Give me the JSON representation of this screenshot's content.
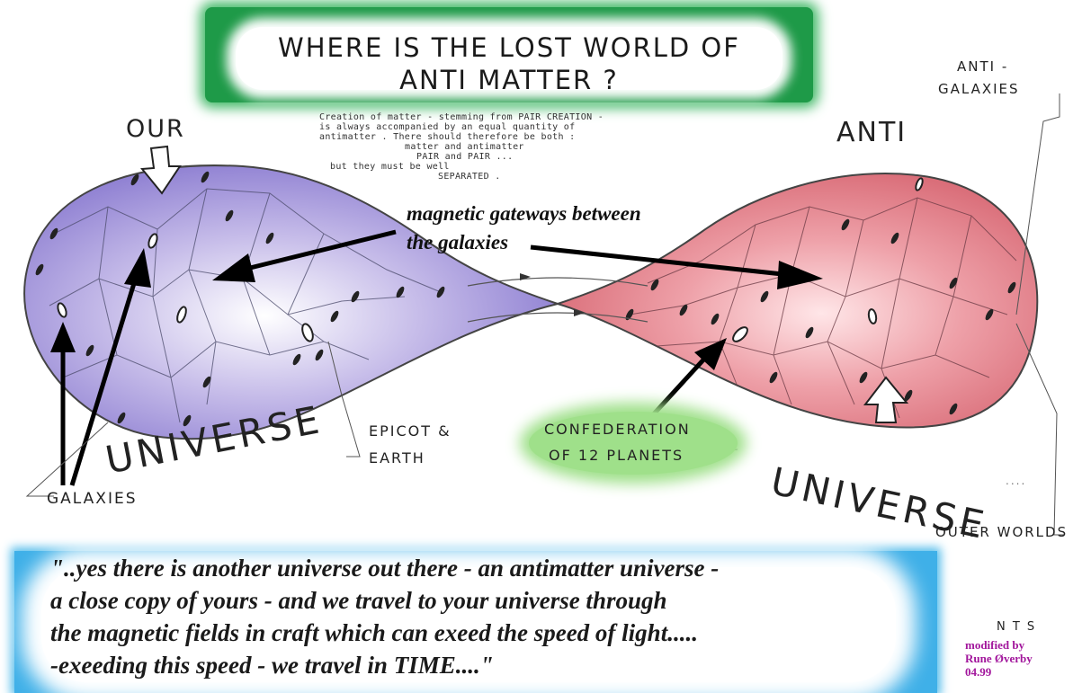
{
  "title": {
    "line1": "WHERE IS THE LOST WORLD OF",
    "line2": "ANTI MATTER ?"
  },
  "creation_note": [
    "Creation of matter - stemming from PAIR CREATION -",
    "is always accompanied by an equal quantity of",
    "antimatter . There should therefore be both :",
    "matter and antimatter",
    "PAIR and PAIR ...",
    "but they must be well",
    "SEPARATED ."
  ],
  "labels": {
    "our": "OUR",
    "anti": "ANTI",
    "anti_galaxies_1": "ANTI -",
    "anti_galaxies_2": "GALAXIES",
    "universe_left": "UNIVERSE",
    "universe_right": "UNIVERSE",
    "universe_right_suffix": "....",
    "galaxies": "GALAXIES",
    "epicot_1": "EPICOT &",
    "epicot_2": "EARTH",
    "confed_1": "CONFEDERATION",
    "confed_2": "OF 12 PLANETS",
    "outer_worlds": "OUTER WORLDS",
    "gateways_1": "magnetic gateways between",
    "gateways_2": "the galaxies"
  },
  "quote": [
    "\"..yes there is another universe out there - an antimatter universe -",
    "a close copy of yours - and we travel to your universe through",
    "the magnetic fields in craft which can exeed the speed of light.....",
    "-exeeding this speed - we travel in TIME....\""
  ],
  "credit": {
    "nts": "N T S",
    "line1": "modified by",
    "line2": "Rune Øverby",
    "line3": "04.99"
  },
  "colors": {
    "left_universe": "#9c8fd8",
    "right_universe": "#e07f88",
    "title_banner": "#1e9a48",
    "quote_banner": "#3fb0e8",
    "confed_blob": "#9fe08a"
  }
}
